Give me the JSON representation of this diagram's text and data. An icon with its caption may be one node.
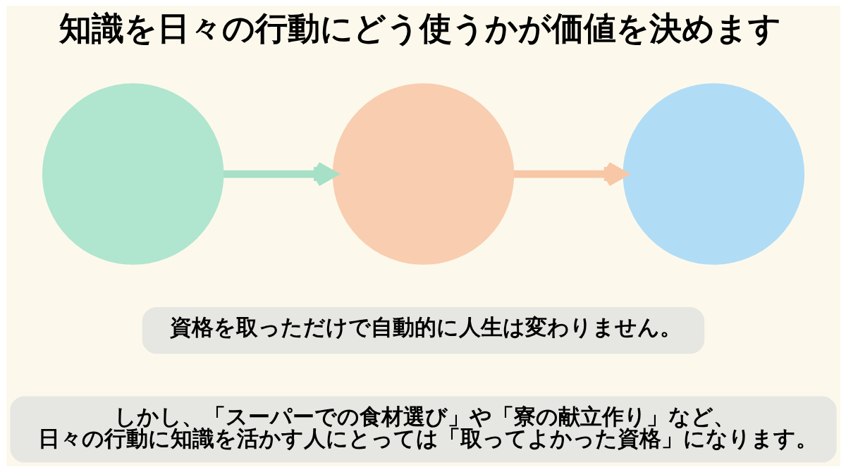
{
  "diagram": {
    "title": "知識を日々の行動にどう使うかが価値を決めます",
    "nodes": [
      {
        "text": [],
        "shape": "circle"
      },
      {
        "text": [],
        "shape": "circle"
      },
      {
        "text": [],
        "shape": "circle"
      },
      {
        "text": [
          "資格を取っただけで自動的に人生は変わりません。"
        ]
      },
      {
        "text": [
          "しかし、「スーパーでの食材選び」や「寮の献立作り」など、日々の行動に知識を活かす人にとっては「取ってよかった資格」になります。"
        ]
      }
    ],
    "edges": [
      {
        "from": 0,
        "to": 1,
        "arrow": "to",
        "color": "#a6e0c6"
      },
      {
        "from": 1,
        "to": 2,
        "arrow": "to",
        "color": "#f7c7a6"
      }
    ]
  }
}
